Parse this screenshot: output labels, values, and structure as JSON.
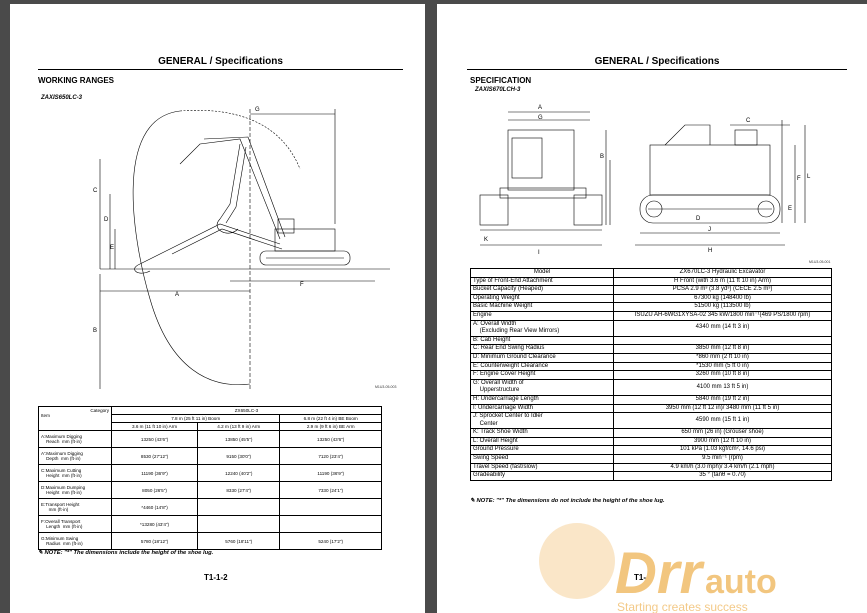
{
  "header": {
    "title": "GENERAL / Specifications"
  },
  "left": {
    "section_title": "WORKING RANGES",
    "model_name": "ZAXIS650LC-3",
    "figure_code": "M1U3-05-003",
    "dims": [
      "G",
      "C",
      "D",
      "E",
      "A",
      "F",
      "B"
    ],
    "table": {
      "category_label": "Category",
      "item_label": "Item",
      "model_header": "ZX650LC-3",
      "boom_a": "7.8 m (25 ft 11 in) Boom",
      "boom_b": "6.8 m (22 ft 4 in) BE Boom",
      "arm_1": "3.6 m (11 ft 10 in) Arm",
      "arm_2": "4.2 m (13 ft 9 in) Arm",
      "arm_3": "2.9 m (9 ft 6 in) BE Arm",
      "rows": [
        {
          "line1": "A:Maximum Digging",
          "line2": "Reach",
          "unit": "mm (ft·in)",
          "v1": "13250 (43'6\")",
          "v2": "13850 (45'5\")",
          "v3": "13250 (43'6\")"
        },
        {
          "line1": "A':Maximum Digging",
          "line2": "Depth",
          "unit": "mm (ft·in)",
          "v1": "8530 (27'12\")",
          "v2": "9150 (30'0\")",
          "v3": "7120 (23'4\")"
        },
        {
          "line1": "C:Maximum Cutting",
          "line2": "Height",
          "unit": "mm (ft·in)",
          "v1": "11190 (36'9\")",
          "v2": "12240 (40'2\")",
          "v3": "11190 (36'9\")"
        },
        {
          "line1": "D:Maximum Dumping",
          "line2": "Height",
          "unit": "mm (ft·in)",
          "v1": "8050 (26'5\")",
          "v2": "8330 (27'4\")",
          "v3": "7330 (24'1\")"
        },
        {
          "line1": "E:Transport Height",
          "line2": "",
          "unit": "mm (ft·in)",
          "v1": "*4460 (14'8\")",
          "v2": "",
          "v3": ""
        },
        {
          "line1": "F:Overall Transport",
          "line2": "Length",
          "unit": "mm (ft·in)",
          "v1": "*13280 (43'4\")",
          "v2": "",
          "v3": ""
        },
        {
          "line1": "G:Minimum Swing",
          "line2": "Radius",
          "unit": "mm (ft·in)",
          "v1": "5780 (18'12\")",
          "v2": "5760 (18'11\")",
          "v3": "5240 (17'2\")"
        }
      ]
    },
    "note_label": "NOTE:",
    "note_text": "\"*\" The dimensions include the height of the shoe lug.",
    "page_number": "T1-1-2"
  },
  "right": {
    "section_title": "SPECIFICATION",
    "model_name": "ZAXIS670LCH-3",
    "figure_code": "M1U3-05-001",
    "dims": [
      "A",
      "G",
      "K",
      "I",
      "B",
      "C",
      "D",
      "E",
      "F",
      "L",
      "J",
      "H"
    ],
    "table": {
      "col_model": "Model",
      "col_value": "ZX670LC-3 Hydraulic Excavator",
      "rows": [
        {
          "label": "Type of Front-End Attachment",
          "value": "H Front (with 3.6 m (11 ft 10 in) Arm)"
        },
        {
          "label": "Bucket Capacity (Heaped)",
          "value": "PCSA 2.9 m³ (3.8 yd³) (CECE 2.5 m³)"
        },
        {
          "label": "Operating Weight",
          "value": "67300 kg (148400 lb)"
        },
        {
          "label": "Basic Machine Weight",
          "value": "51500 kg (113500 lb)"
        },
        {
          "label": "Engine",
          "value": "ISUZU AH-6WG1XYSA-02 345 kW/1800 min⁻¹(469 PS/1800 rpm)"
        },
        {
          "label": "A: Overall Width",
          "label2": "(Excluding Rear View Mirrors)",
          "value": "4340 mm (14 ft 3 in)"
        },
        {
          "label": "B: Cab Height",
          "value": ""
        },
        {
          "label": "C: Rear End Swing Radius",
          "value": "3850 mm (12 ft 8 in)"
        },
        {
          "label": "D: Minimum Ground Clearance",
          "value": "*860 mm (2 ft 10 in)"
        },
        {
          "label": "E: Counterweight Clearance",
          "value": "*1530 mm (5 ft 0 in)"
        },
        {
          "label": "F: Engine Cover Height",
          "value": "3260 mm (10 ft 8 in)"
        },
        {
          "label": "G: Overall Width of",
          "label2": "Upperstructure",
          "value": "4100 mm 13 ft 5 in)"
        },
        {
          "label": "H: Undercarriage Length",
          "value": "5840 mm (19 ft 2 in)"
        },
        {
          "label": "I: Undercarriage Width",
          "value": "3950 mm (12 ft 12 in)/ 3480 mm (11 ft 5 in)"
        },
        {
          "label": "J: Sprocket Center to Idler",
          "label2": "Center",
          "value": "4590 mm (15 ft 1 in)"
        },
        {
          "label": "K: Track Shoe Width",
          "value": "650 mm (26 in) (Grouser shoe)"
        },
        {
          "label": "L: Overall Height",
          "value": "3900 mm (12 ft 10 in)"
        },
        {
          "label": "Ground Pressure",
          "value": "101 kPa (1.03 kgf/cm², 14.6 psi)"
        },
        {
          "label": "Swing Speed",
          "value": "9.5 min⁻¹ (rpm)"
        },
        {
          "label": "Travel Speed (fast/slow)",
          "value": "4.9 km/h (3.0 mph)/ 3.4 km/h (2.1 mph)"
        },
        {
          "label": "Gradeability",
          "value": "35 ° (tanθ = 0.70)"
        }
      ]
    },
    "note_label": "NOTE:",
    "note_text": "\"*\" The dimensions do not include the height of the shoe lug.",
    "page_number": "T1-"
  },
  "watermark": {
    "brand_a": "Drr",
    "brand_b": "auto",
    "slogan": "Starting creates success"
  },
  "colors": {
    "background": "#4a4a4a",
    "page": "#ffffff",
    "watermark": "#f0b860"
  }
}
